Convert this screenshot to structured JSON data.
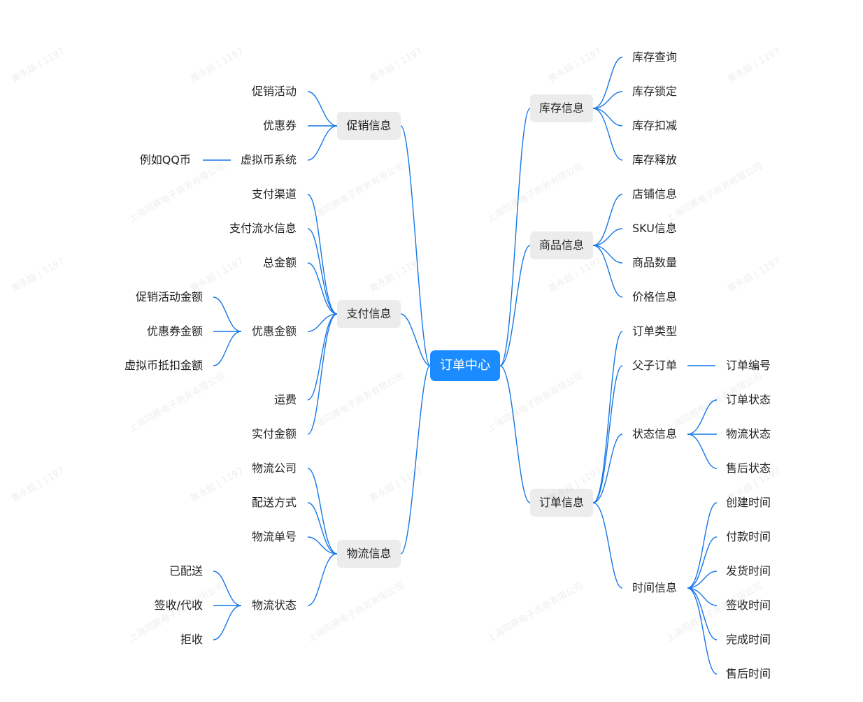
{
  "root": "订单中心",
  "branches": {
    "promo": "促销信息",
    "pay": "支付信息",
    "logistics": "物流信息",
    "stock": "库存信息",
    "goods": "商品信息",
    "order": "订单信息"
  },
  "promo": {
    "activity": "促销活动",
    "coupon": "优惠券",
    "virtual": "虚拟币系统",
    "virtual_example": "例如QQ币"
  },
  "pay": {
    "channel": "支付渠道",
    "flow": "支付流水信息",
    "total": "总金额",
    "discount": "优惠金额",
    "shipping": "运费",
    "actual": "实付金额",
    "discount_items": {
      "activity": "促销活动金额",
      "coupon": "优惠券金额",
      "virtual": "虚拟币抵扣金额"
    }
  },
  "logistics": {
    "company": "物流公司",
    "method": "配送方式",
    "number": "物流单号",
    "status": "物流状态",
    "status_items": {
      "delivered": "已配送",
      "signed": "签收/代收",
      "rejected": "拒收"
    }
  },
  "stock": {
    "query": "库存查询",
    "lock": "库存锁定",
    "deduct": "库存扣减",
    "release": "库存释放"
  },
  "goods": {
    "shop": "店铺信息",
    "sku": "SKU信息",
    "quantity": "商品数量",
    "price": "价格信息"
  },
  "order": {
    "type": "订单类型",
    "parent_child": "父子订单",
    "order_no": "订单编号",
    "status": "状态信息",
    "status_items": {
      "order": "订单状态",
      "logistics": "物流状态",
      "aftersale": "售后状态"
    },
    "time": "时间信息",
    "time_items": {
      "create": "创建时间",
      "pay": "付款时间",
      "ship": "发货时间",
      "sign": "签收时间",
      "complete": "完成时间",
      "aftersale": "售后时间"
    }
  },
  "watermark": {
    "name": "黄永超 | 1197",
    "company": "上海同赛电子商务有限公司"
  },
  "colors": {
    "line": "#1677e6",
    "root_bg": "#1a8cff",
    "box_bg": "#ececec"
  }
}
